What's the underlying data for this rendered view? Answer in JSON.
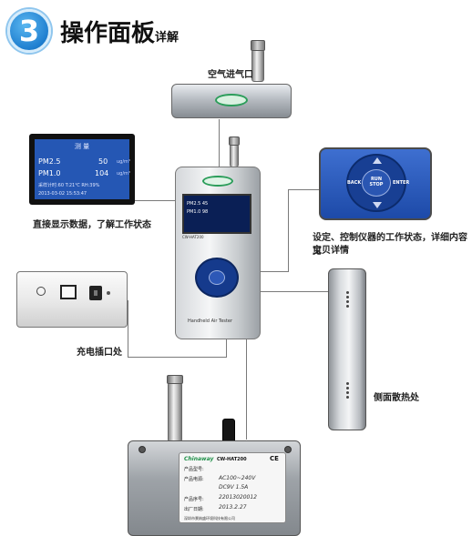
{
  "header": {
    "step_number": "3",
    "title": "操作面板",
    "subtitle": "详解"
  },
  "callouts": {
    "air_inlet": "空气进气口",
    "display": "直接显示数据，了解工作状态",
    "settings_line1": "设定、控制仪器的工作状态，详细内容见",
    "settings_line2": "宝贝详情",
    "charging": "充电插口处",
    "heat": "侧面散热处"
  },
  "display_zoom": {
    "header": "测 量",
    "pm25_label": "PM2.5",
    "pm25_value": "50",
    "pm10_label": "PM1.0",
    "pm10_value": "104",
    "unit": "ug/m³",
    "status_line": "采样计时:60     T:21℃  RH:39%",
    "datetime": "2013-03-02  15:53:47"
  },
  "device": {
    "screen_pm25": "PM2.5       45",
    "screen_pm10": "PM1.0       98",
    "model": "CW-HAT200",
    "tag": "Handheld Air Tester"
  },
  "keypad": {
    "back": "BACK",
    "enter": "ENTER",
    "center": "RUN STOP"
  },
  "nameplate": {
    "brand": "Chinaway",
    "model_value": "CW-HAT200",
    "ce": "CE",
    "fields": [
      "产品型号:",
      "产品电源:",
      "",
      "产品序号:",
      "出厂日期:"
    ],
    "values": [
      "",
      "AC100~240V",
      "DC9V 1.5A",
      "22013020012",
      "2013.2.27"
    ],
    "company": "深圳市景纳盛环境科技有限公司"
  }
}
